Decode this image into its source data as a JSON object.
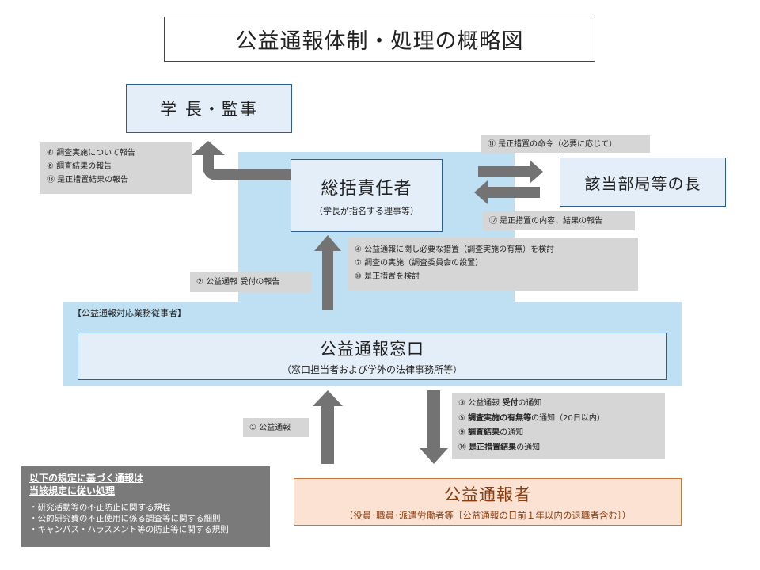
{
  "title": "公益通報体制・処理の概略図",
  "nodes": {
    "president": "学 長・監事",
    "director": {
      "main": "総括責任者",
      "sub": "（学長が指名する理事等）"
    },
    "dept_head": "該当部局等の長",
    "desk": {
      "main": "公益通報窓口",
      "sub": "（窓口担当者および学外の法律事務所等）"
    },
    "reporter": {
      "main": "公益通報者",
      "sub": "（役員･職員･派遣労働者等〔公益通報の日前１年以内の退職者含む〕）"
    }
  },
  "staff_label": "【公益通報対応業務従事者】",
  "notes": {
    "left": [
      "⑥ 調査実施について報告",
      "⑧ 調査結果の報告",
      "⑬ 是正措置結果の報告"
    ],
    "order": "⑪ 是正措置の命令（必要に応じて）",
    "report_back": "⑫ 是正措置の内容、結果の報告",
    "actions": [
      "④ 公益通報に関し必要な措置（調査実施の有無）を検討",
      "⑦ 調査の実施（調査委員会の設置）",
      "⑩ 是正措置を検討"
    ],
    "receipt": "② 公益通報 受付の報告",
    "notices": [
      {
        "num": "③",
        "pre": "公益通報 ",
        "bold": "受付",
        "post": "の通知"
      },
      {
        "num": "⑤",
        "pre": "",
        "bold": "調査実施の有無等",
        "post": "の通知（20日以内）"
      },
      {
        "num": "⑨",
        "pre": "",
        "bold": "調査結果",
        "post": "の通知"
      },
      {
        "num": "⑭",
        "pre": "",
        "bold": "是正措置結果",
        "post": "の通知"
      }
    ],
    "report": "① 公益通報"
  },
  "rules": {
    "heading": [
      "以下の規定に基づく通報は",
      "当該規定に従い処理"
    ],
    "items": [
      "・研究活動等の不正防止に関する規程",
      "・公的研究費の不正使用に係る調査等に関する細則",
      "・キャンパス・ハラスメント等の防止等に関する規則"
    ]
  },
  "colors": {
    "band": "#bfe0f2",
    "node_blue_fill": "#e4eef8",
    "node_blue_border": "#2d5f8e",
    "reporter_fill": "#fbe2d3",
    "reporter_border": "#c5763c",
    "note_grey": "#d6d6d6",
    "rules_grey": "#7a7a7a",
    "arrow": "#737373"
  }
}
